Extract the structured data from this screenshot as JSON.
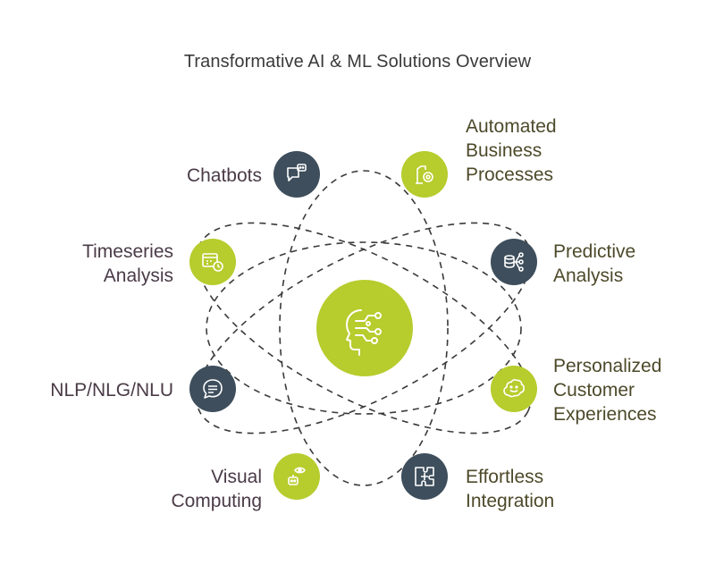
{
  "title": "Transformative AI & ML Solutions Overview",
  "colors": {
    "dark": "#3e4e5c",
    "lime": "#b7cc2d",
    "dark_text": "#4a3b47",
    "lime_text": "#4d4a2a",
    "orbit": "#3a3a3a"
  },
  "center": {
    "icon": "brain-network-icon"
  },
  "items": [
    {
      "label": "Chatbots",
      "icon": "chatbot-message-icon",
      "color": "dark"
    },
    {
      "label": "Automated\nBusiness\nProcesses",
      "icon": "robot-arm-gear-icon",
      "color": "lime"
    },
    {
      "label": "Timeseries\nAnalysis",
      "icon": "calendar-clock-icon",
      "color": "lime"
    },
    {
      "label": "Predictive\nAnalysis",
      "icon": "database-network-icon",
      "color": "dark"
    },
    {
      "label": "NLP/NLG/NLU",
      "icon": "speech-bubble-icon",
      "color": "dark"
    },
    {
      "label": "Personalized\nCustomer\nExperiences",
      "icon": "smiley-icon",
      "color": "lime"
    },
    {
      "label": "Visual\nComputing",
      "icon": "eye-robot-icon",
      "color": "lime"
    },
    {
      "label": "Effortless\nIntegration",
      "icon": "puzzle-plus-icon",
      "color": "dark"
    }
  ]
}
